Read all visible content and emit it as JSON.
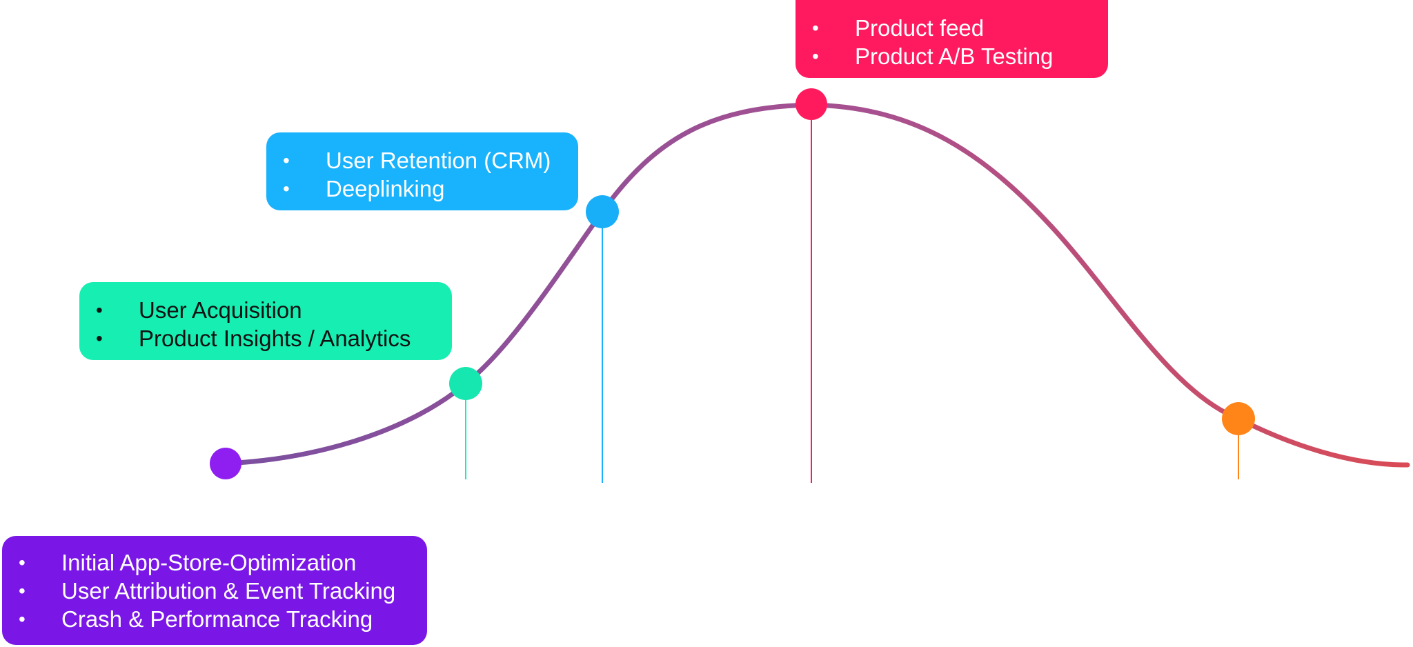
{
  "colors": {
    "curve_start": "#7a4fa0",
    "curve_end": "#d94b55",
    "launch": "#7a17e6",
    "growth": "#16eeb2",
    "engage": "#19b2fc",
    "mature": "#ff1a60",
    "decline": "#ff8519"
  },
  "stages": [
    {
      "id": "launch",
      "dot_color": "#8e1ff0",
      "box_color": "#7a17e6",
      "text_color": "#ffffff",
      "items": [
        "Initial App-Store-Optimization",
        "User Attribution & Event Tracking",
        "Crash & Performance Tracking"
      ]
    },
    {
      "id": "growth",
      "dot_color": "#16e6b0",
      "box_color": "#16eeb2",
      "text_color": "#111111",
      "items": [
        "User Acquisition",
        "Product Insights / Analytics"
      ]
    },
    {
      "id": "engage",
      "dot_color": "#19aef8",
      "box_color": "#19b2fc",
      "text_color": "#ffffff",
      "items": [
        "User Retention (CRM)",
        "Deeplinking"
      ]
    },
    {
      "id": "mature",
      "dot_color": "#ff1a5e",
      "box_color": "#ff1a60",
      "text_color": "#ffffff",
      "items": [
        "Product feed",
        "Product A/B Testing"
      ]
    },
    {
      "id": "decline",
      "dot_color": "#ff8519",
      "box_color": null,
      "text_color": null,
      "items": []
    }
  ]
}
